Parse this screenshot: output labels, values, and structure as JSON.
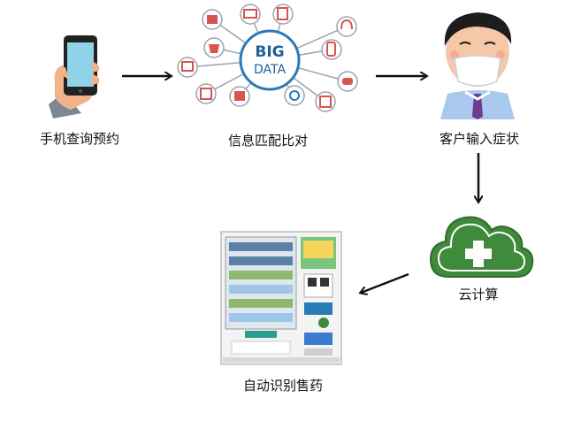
{
  "steps": {
    "phone": {
      "label": "手机查询预约"
    },
    "bigdata": {
      "label": "信息匹配比对",
      "logo_line1": "BIG",
      "logo_line2": "DATA"
    },
    "symptom": {
      "label": "客户输入症状"
    },
    "cloud": {
      "label": "云计算"
    },
    "machine": {
      "label": "自动识别售药"
    }
  },
  "colors": {
    "cloud_green": "#3f8a3b",
    "node_blue": "#2a7ab8",
    "node_red": "#d9534f",
    "arrow": "#111111"
  },
  "icons": [
    "smartphone-in-hand-icon",
    "big-data-network-icon",
    "masked-man-icon",
    "cloud-plus-icon",
    "vending-machine-icon"
  ]
}
